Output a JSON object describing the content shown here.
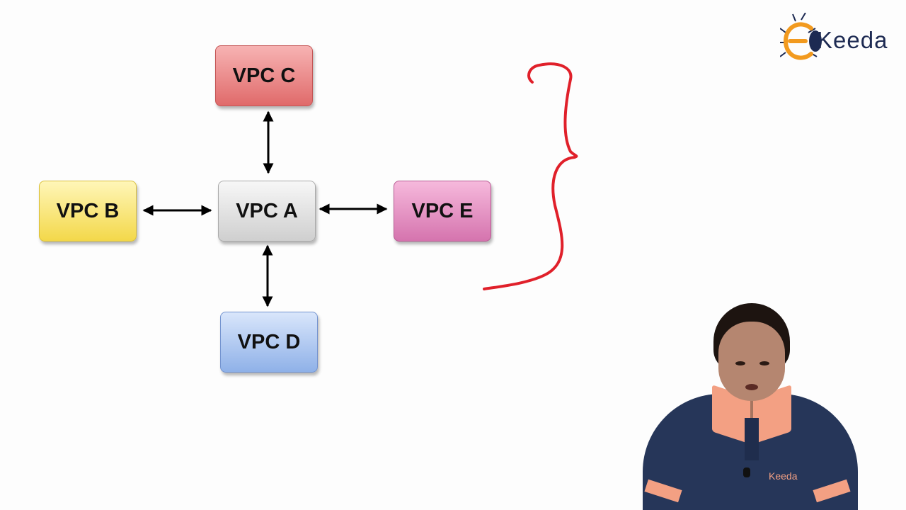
{
  "diagram": {
    "nodes": {
      "vpc_c": {
        "label": "VPC C",
        "color": "#e57373"
      },
      "vpc_b": {
        "label": "VPC B",
        "color": "#f7dc5a"
      },
      "vpc_a": {
        "label": "VPC A",
        "color": "#d6d6d6"
      },
      "vpc_e": {
        "label": "VPC E",
        "color": "#da7fb5"
      },
      "vpc_d": {
        "label": "VPC D",
        "color": "#9ab9ec"
      }
    },
    "edges": [
      {
        "from": "vpc_a",
        "to": "vpc_c",
        "type": "bidirectional"
      },
      {
        "from": "vpc_a",
        "to": "vpc_b",
        "type": "bidirectional"
      },
      {
        "from": "vpc_a",
        "to": "vpc_e",
        "type": "bidirectional"
      },
      {
        "from": "vpc_a",
        "to": "vpc_d",
        "type": "bidirectional"
      }
    ],
    "annotation": {
      "shape": "curly-brace",
      "color": "#e0202a"
    }
  },
  "branding": {
    "logo_text": "Keeda",
    "logo_icon": "ekeeda-e-icon",
    "logo_colors": {
      "primary": "#1d2a52",
      "accent": "#f29a1f"
    },
    "shirt_logo_text": "Keeda"
  },
  "presenter": {
    "shirt_color": "#263659",
    "trim_color": "#f3a083"
  }
}
